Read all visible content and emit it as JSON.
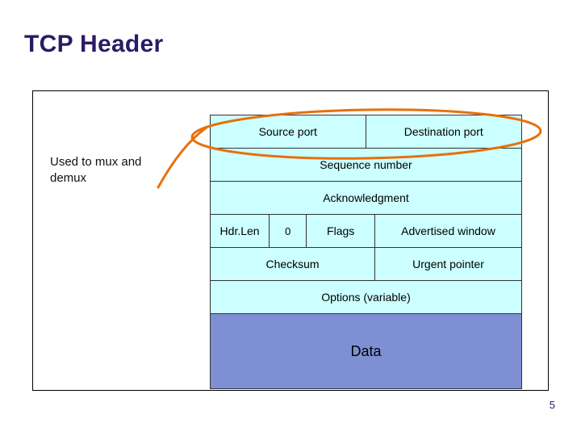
{
  "slide": {
    "title": "TCP Header",
    "page_number": "5",
    "annotation": "Used to mux and demux"
  },
  "diagram": {
    "rows": [
      {
        "name": "ports-row",
        "cells": [
          {
            "label": "Source port",
            "width": "half"
          },
          {
            "label": "Destination port",
            "width": "half"
          }
        ]
      },
      {
        "name": "sequence-row",
        "cells": [
          {
            "label": "Sequence number",
            "width": "full"
          }
        ]
      },
      {
        "name": "acknowledgment-row",
        "cells": [
          {
            "label": "Acknowledgment",
            "width": "full"
          }
        ]
      },
      {
        "name": "flags-row",
        "cells": [
          {
            "label": "Hdr.Len",
            "width": "hdrlen"
          },
          {
            "label": "0",
            "width": "zero"
          },
          {
            "label": "Flags",
            "width": "flags"
          },
          {
            "label": "Advertised window",
            "width": "adv"
          }
        ]
      },
      {
        "name": "checksum-row",
        "cells": [
          {
            "label": "Checksum",
            "width": "cksum"
          },
          {
            "label": "Urgent pointer",
            "width": "urg"
          }
        ]
      },
      {
        "name": "options-row",
        "cells": [
          {
            "label": "Options (variable)",
            "width": "full"
          }
        ]
      },
      {
        "name": "data-row",
        "cells": [
          {
            "label": "Data",
            "width": "full"
          }
        ]
      }
    ]
  },
  "colors": {
    "title_purple": "#2b1a66",
    "header_cyan": "#ccffff",
    "data_blue": "#7e8fd4",
    "callout_orange": "#e8700a",
    "border": "#333333"
  }
}
